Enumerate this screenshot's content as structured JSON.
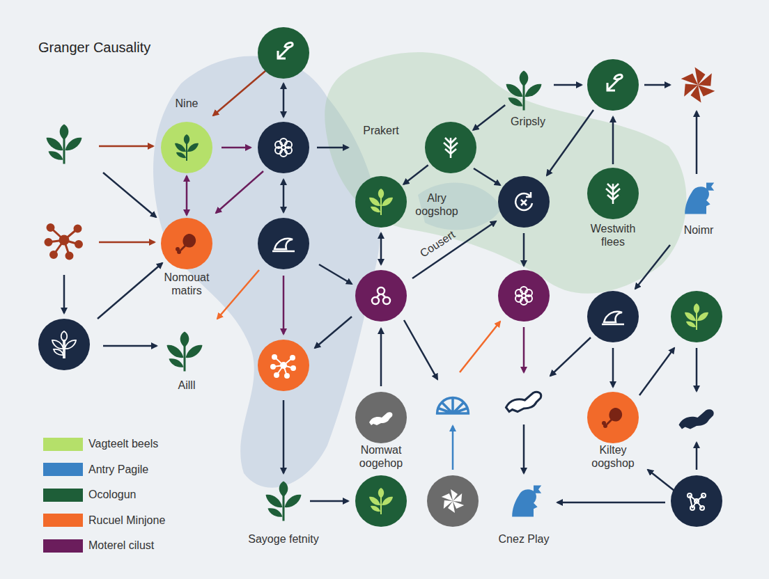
{
  "diagram": {
    "title": "Granger Causality",
    "nodes": [
      {
        "text": [
          "Gripsly"
        ]
      },
      {
        "text": [
          "Nine"
        ]
      },
      {
        "text": [
          "Prakert"
        ]
      },
      {
        "text": [
          "Alry oogshop"
        ]
      },
      {
        "text": [
          "Westwith flees"
        ]
      },
      {
        "text": [
          "Noimr"
        ]
      },
      {
        "text": [
          "Nomouat matirs"
        ]
      },
      {
        "text": [
          "Ailll"
        ]
      },
      {
        "text": [
          "Nomwat oogehop"
        ]
      },
      {
        "text": [
          "Kiltey oogshop"
        ]
      },
      {
        "text": [
          "Sayoge fetnity"
        ]
      },
      {
        "text": [
          "Cnez Play"
        ]
      }
    ],
    "edges": [
      {
        "from": 1,
        "to": 6,
        "arrow": "both"
      },
      {
        "from": 0,
        "to": 2,
        "arrow": "to"
      },
      {
        "from": 2,
        "to": 3,
        "arrow": "to"
      }
    ],
    "labels": [
      "Cousert"
    ],
    "legend": [
      {
        "text": "Vagteelt beels",
        "color": "#b5e06a"
      },
      {
        "text": "Antry Pagile",
        "color": "#3a82c4"
      },
      {
        "text": "Ocologun",
        "color": "#1e5e38"
      },
      {
        "text": "Rucuel Minjone",
        "color": "#f26a2a"
      },
      {
        "text": "Moterel cilust",
        "color": "#6b1d5c"
      }
    ]
  }
}
